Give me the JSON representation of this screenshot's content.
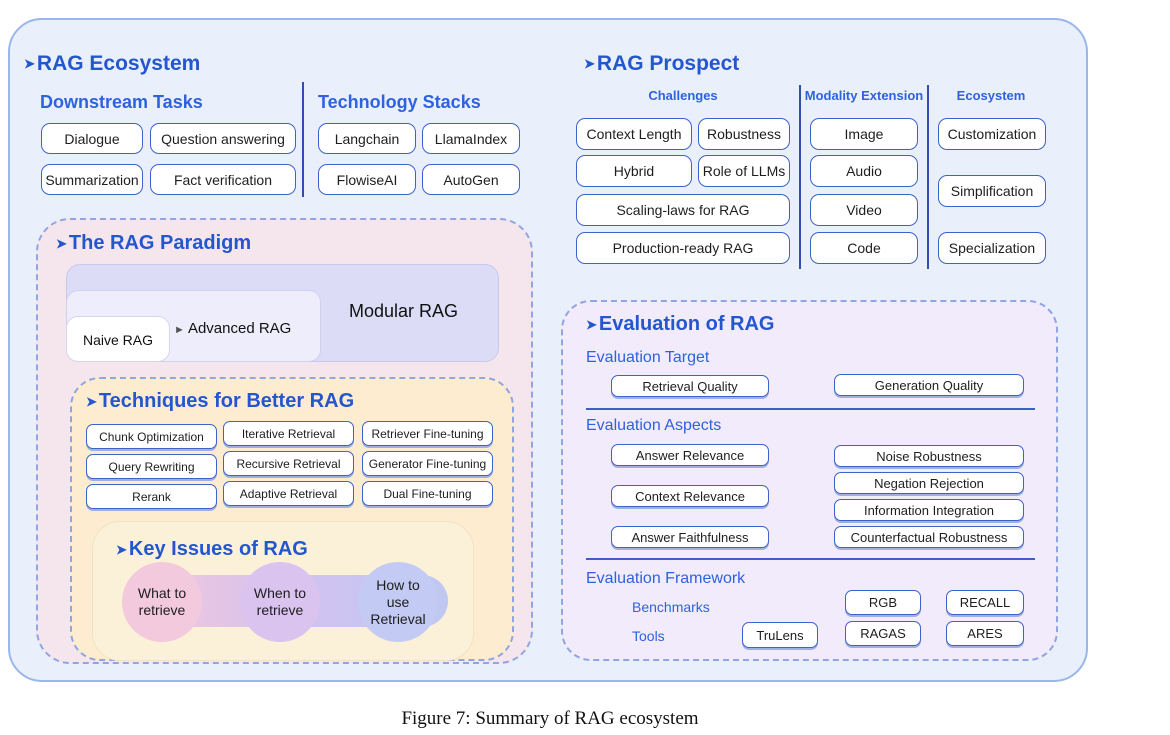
{
  "ecosystem": {
    "title": "RAG Ecosystem",
    "downstream_title": "Downstream Tasks",
    "downstream": [
      "Dialogue",
      "Question answering",
      "Summarization",
      "Fact verification"
    ],
    "stacks_title": "Technology Stacks",
    "stacks": [
      "Langchain",
      "LlamaIndex",
      "FlowiseAI",
      "AutoGen"
    ]
  },
  "prospect": {
    "title": "RAG Prospect",
    "challenges_title": "Challenges",
    "challenges": [
      "Context Length",
      "Robustness",
      "Hybrid",
      "Role of LLMs",
      "Scaling-laws for RAG",
      "Production-ready RAG"
    ],
    "modality_title": "Modality Extension",
    "modality": [
      "Image",
      "Audio",
      "Video",
      "Code"
    ],
    "ecosystem_title": "Ecosystem",
    "ecosystem": [
      "Customization",
      "Simplification",
      "Specialization"
    ]
  },
  "paradigm": {
    "title": "The RAG Paradigm",
    "modular": "Modular RAG",
    "advanced": "Advanced RAG",
    "naive": "Naive RAG"
  },
  "techniques": {
    "title": "Techniques for Better RAG",
    "items": [
      "Chunk Optimization",
      "Iterative Retrieval",
      "Retriever Fine-tuning",
      "Query Rewriting",
      "Recursive Retrieval",
      "Generator Fine-tuning",
      "Rerank",
      "Adaptive Retrieval",
      "Dual Fine-tuning"
    ]
  },
  "key_issues": {
    "title": "Key Issues of RAG",
    "items": [
      "What to retrieve",
      "When to retrieve",
      "How to use Retrieval"
    ]
  },
  "evaluation": {
    "title": "Evaluation of RAG",
    "target_title": "Evaluation Target",
    "targets": [
      "Retrieval Quality",
      "Generation Quality"
    ],
    "aspects_title": "Evaluation Aspects",
    "aspects": [
      "Answer Relevance",
      "Context Relevance",
      "Answer Faithfulness",
      "Noise Robustness",
      "Negation Rejection",
      "Information Integration",
      "Counterfactual Robustness"
    ],
    "framework_title": "Evaluation Framework",
    "benchmarks_label": "Benchmarks",
    "tools_label": "Tools",
    "frameworks": [
      "TruLens",
      "RGB",
      "RECALL",
      "RAGAS",
      "ARES"
    ]
  },
  "caption": "Figure 7: Summary of RAG ecosystem"
}
